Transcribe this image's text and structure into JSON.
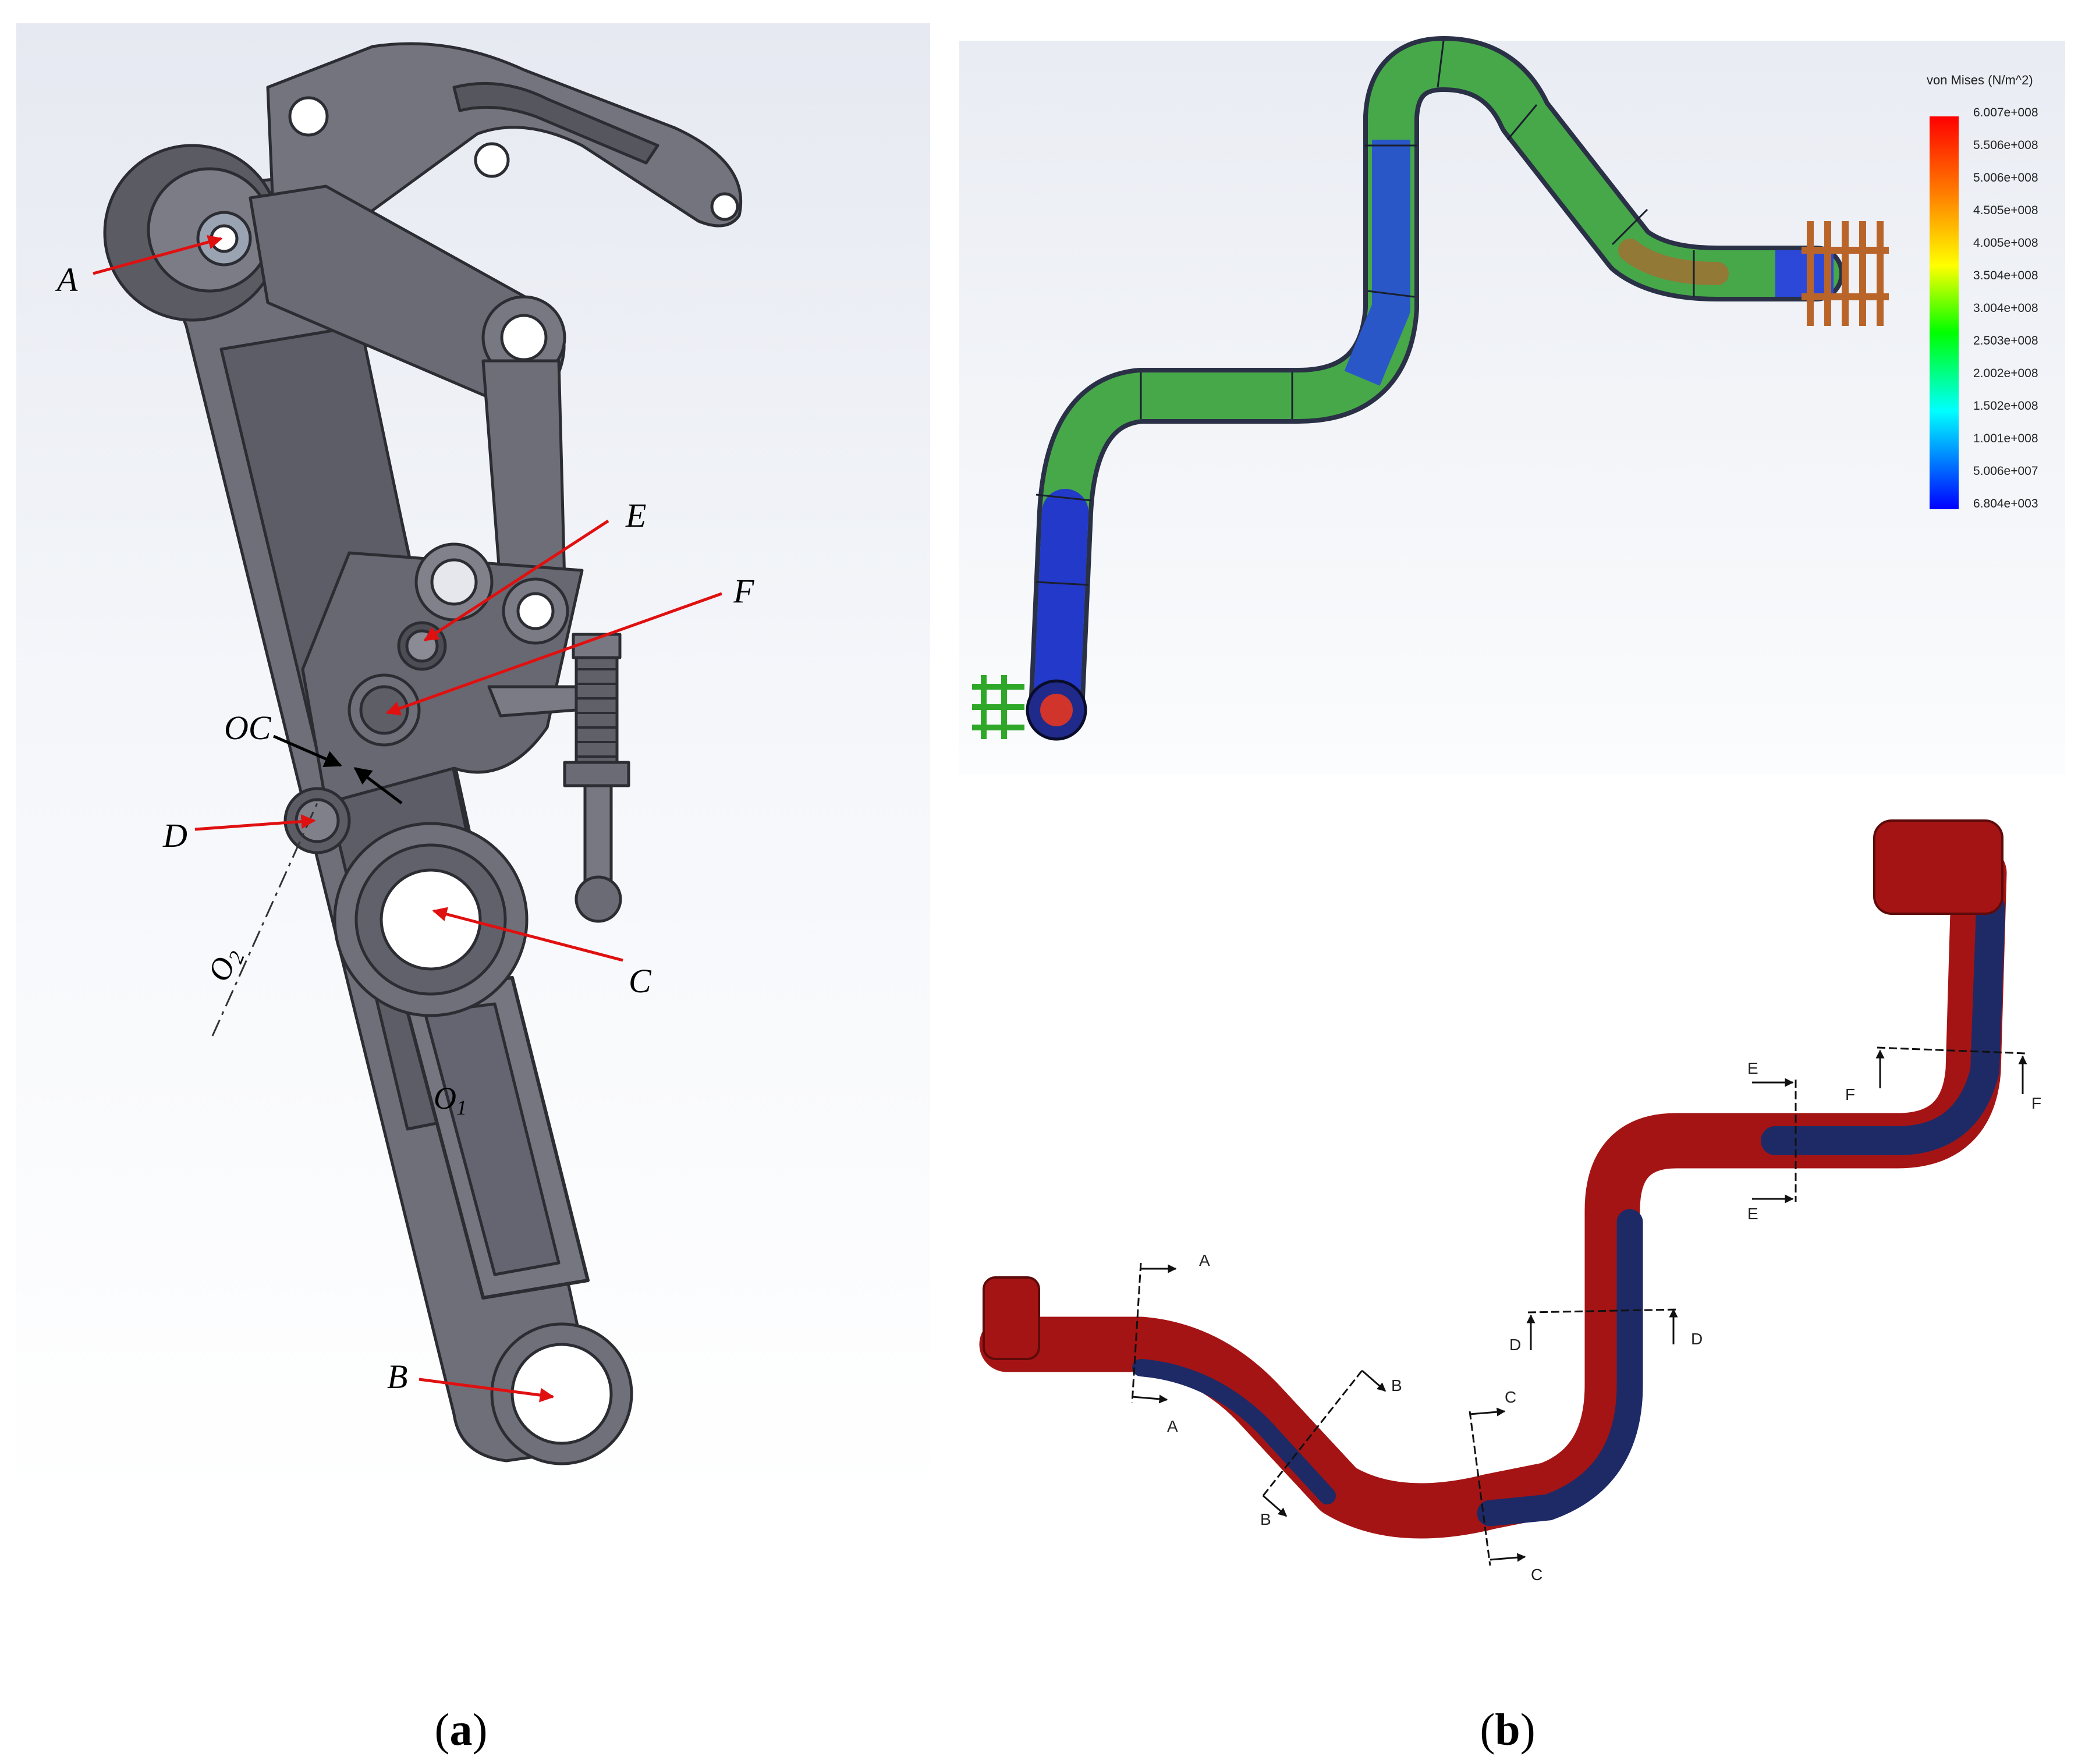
{
  "panel_a": {
    "labels": {
      "A": "A",
      "B": "B",
      "C": "C",
      "D": "D",
      "E": "E",
      "F": "F",
      "OC": "OC",
      "O1": "O",
      "O1_sub": "1",
      "O2": "O",
      "O2_sub": "2"
    },
    "caption_letter": "a",
    "colors": {
      "part_fill": "#6b6c74",
      "part_dark": "#4c4d55",
      "part_light": "#8e8f97",
      "arrow": "#e01010"
    }
  },
  "panel_b": {
    "legend": {
      "title": "von Mises (N/m^2)",
      "ticks": [
        "6.007e+008",
        "5.506e+008",
        "5.006e+008",
        "4.505e+008",
        "4.005e+008",
        "3.504e+008",
        "3.004e+008",
        "2.503e+008",
        "2.002e+008",
        "1.502e+008",
        "1.001e+008",
        "5.006e+007",
        "6.804e+003"
      ],
      "colors": [
        "#ff0000",
        "#ff8000",
        "#ffff00",
        "#00ff00",
        "#00ffff",
        "#0000ff"
      ]
    },
    "sections": {
      "A": "A",
      "B": "B",
      "C": "C",
      "D": "D",
      "E": "E",
      "F": "F"
    },
    "caption_letter": "b",
    "colors": {
      "pipe_red": "#a51414",
      "pipe_blue": "#1e2a66",
      "fea_green": "#3fae3a",
      "fea_blue": "#2339c9"
    }
  },
  "captions": {
    "open": "(",
    "close": ")"
  }
}
